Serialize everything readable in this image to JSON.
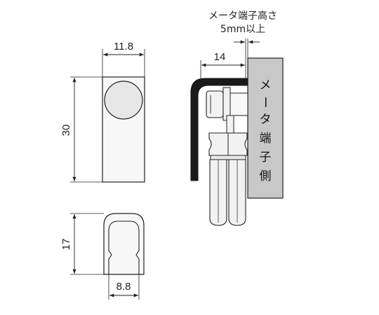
{
  "dimensions": {
    "top_width": "11.8",
    "top_height": "30",
    "bottom_height": "17",
    "bottom_width": "8.8",
    "offset": "14"
  },
  "callout": {
    "line1": "メータ端子高さ",
    "line2": "5mm以上"
  },
  "side_label": [
    "メ",
    "ー",
    "タ",
    "端",
    "子",
    "側"
  ],
  "colors": {
    "line": "#222222",
    "panel_fill": "#c8c8c8",
    "cap_fill": "#1a1a1a",
    "part_fill": "#f2f2f2"
  }
}
